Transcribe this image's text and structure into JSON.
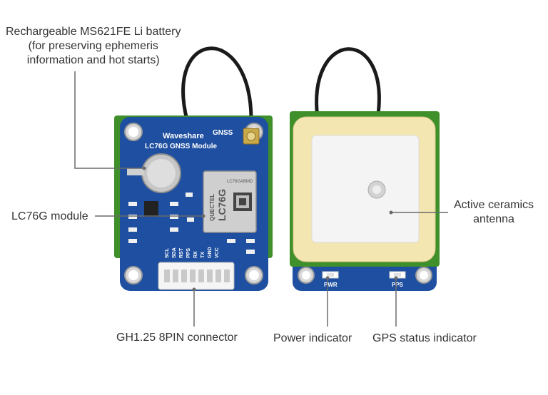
{
  "labels": {
    "battery": [
      "Rechargeable MS621FE Li battery",
      "(for preserving ephemeris",
      "information and hot starts)"
    ],
    "module": "LC76G module",
    "connector": "GH1.25 8PIN connector",
    "antenna": [
      "Active ceramics",
      "antenna"
    ],
    "power": "Power indicator",
    "gps": "GPS status indicator"
  },
  "board_text": {
    "brand": "Waveshare",
    "gnss": "GNSS",
    "title": "LC76G GNSS Module",
    "chip_brand": "QUECTEL",
    "chip_model": "LC76G",
    "chip_part": "LC76GABMD",
    "pins": [
      "SCL",
      "SDA",
      "RST",
      "PPS",
      "RX",
      "TX",
      "GND",
      "VCC"
    ],
    "pwr": "PWR",
    "pps": "PPS"
  },
  "colors": {
    "pcb_blue": "#1e4fa0",
    "pcb_green": "#3f8f2a",
    "patch_cream": "#f3e6b0",
    "leader": "#6a6a6a"
  }
}
